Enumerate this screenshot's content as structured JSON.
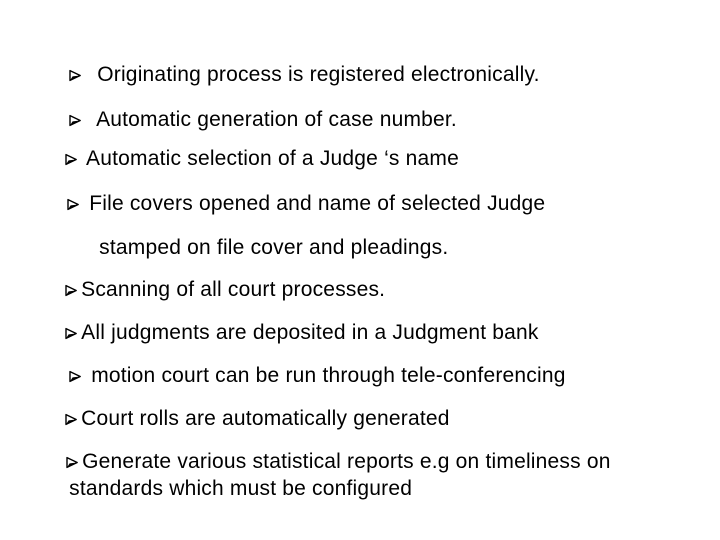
{
  "slide": {
    "background_color": "#ffffff",
    "text_color": "#000000",
    "bullet_glyph": "➢",
    "bullet_icon": "arrowhead-right",
    "lines": [
      {
        "has_bullet": true,
        "gap": "  ",
        "text": "Originating process is registered electronically."
      },
      {
        "has_bullet": true,
        "gap": "  ",
        "text": "Automatic generation of case number."
      },
      {
        "has_bullet": true,
        "gap": " ",
        "text": "Automatic selection of a Judge ‘s name"
      },
      {
        "has_bullet": true,
        "gap": " ",
        "text": "File covers opened and name of selected Judge"
      },
      {
        "has_bullet": false,
        "gap": "",
        "text": "stamped on file cover and pleadings."
      },
      {
        "has_bullet": true,
        "gap": "",
        "text": "Scanning of all court processes."
      },
      {
        "has_bullet": true,
        "gap": "",
        "text": "All judgments are deposited in a Judgment bank"
      },
      {
        "has_bullet": true,
        "gap": " ",
        "text": "motion court can be run through tele-conferencing"
      },
      {
        "has_bullet": true,
        "gap": "",
        "text": "Court rolls are automatically generated"
      },
      {
        "has_bullet": true,
        "gap": "",
        "text": "Generate various statistical reports e.g on timeliness on"
      },
      {
        "has_bullet": false,
        "gap": "",
        "text": "standards which must be configured"
      }
    ]
  }
}
